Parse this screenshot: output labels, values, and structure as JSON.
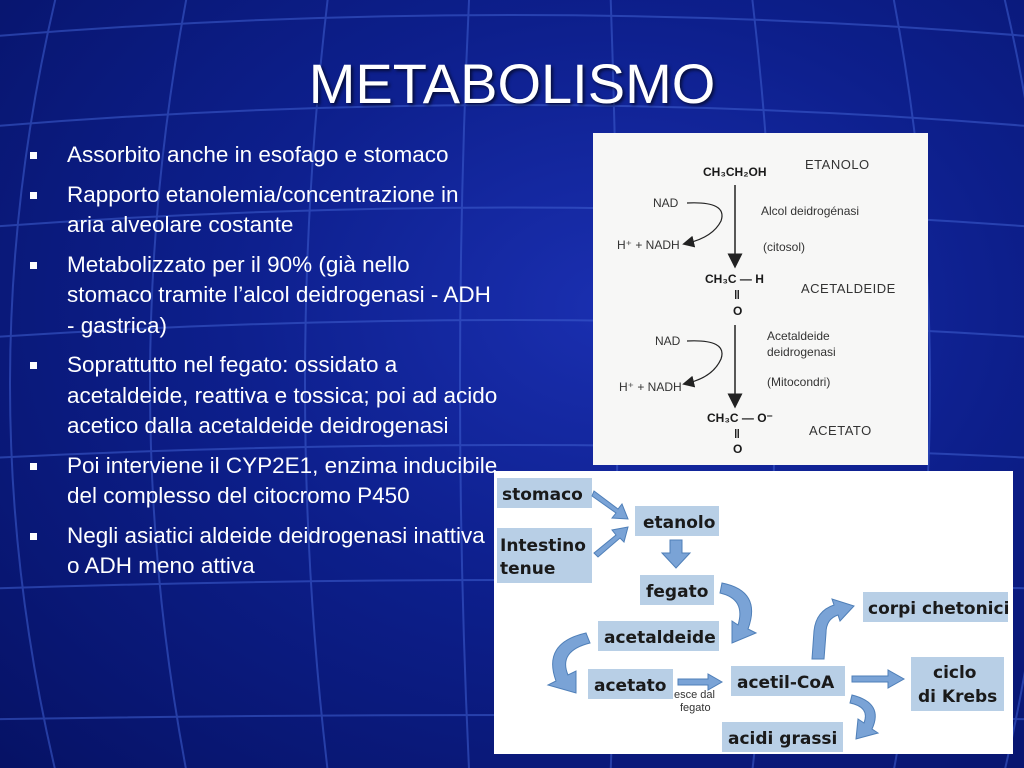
{
  "slide": {
    "title": "METABOLISMO",
    "bullets": [
      "Assorbito anche in esofago e stomaco",
      "Rapporto etanolemia/concentrazione in aria alveolare costante",
      "Metabolizzato per il 90% (già nello stomaco tramite l’alcol deidrogenasi - ADH - gastrica)",
      "Soprattutto nel fegato: ossidato a acetaldeide, reattiva e tossica; poi ad acido acetico dalla acetaldeide deidrogenasi",
      "Poi interviene il CYP2E1, enzima inducibile del complesso del citocromo P450",
      "Negli asiatici aldeide deidrogenasi inattiva o ADH meno attiva"
    ]
  },
  "reaction": {
    "ethanol_formula": "CH₃CH₂OH",
    "ethanol_name": "ETANOLO",
    "enzyme1": "Alcol deidrogénasi",
    "location1": "(citosol)",
    "nad1": "NAD",
    "nadh1": "H⁺ + NADH",
    "acetaldehyde_formula": "CH₃C — H",
    "acetaldehyde_name": "ACETALDEIDE",
    "double_bond1": "‖",
    "oxygen1": "O",
    "nad2": "NAD",
    "nadh2": "H⁺ + NADH",
    "enzyme2_line1": "Acetaldeide",
    "enzyme2_line2": "deidrogenasi",
    "location2": "(Mitocondri)",
    "acetate_formula": "CH₃C — O⁻",
    "acetate_name": "ACETATO",
    "double_bond2": "‖",
    "oxygen2": "O"
  },
  "flow": {
    "stomaco": "stomaco",
    "intestino_line1": "Intestino",
    "intestino_line2": "tenue",
    "etanolo": "etanolo",
    "fegato": "fegato",
    "acetaldeide": "acetaldeide",
    "acetato": "acetato",
    "esce_line1": "esce dal",
    "esce_line2": "fegato",
    "acetil_coa": "acetil-CoA",
    "corpi_chetonici": "corpi chetonici",
    "ciclo_line1": "ciclo",
    "ciclo_line2": "di Krebs",
    "acidi_grassi": "acidi grassi"
  }
}
